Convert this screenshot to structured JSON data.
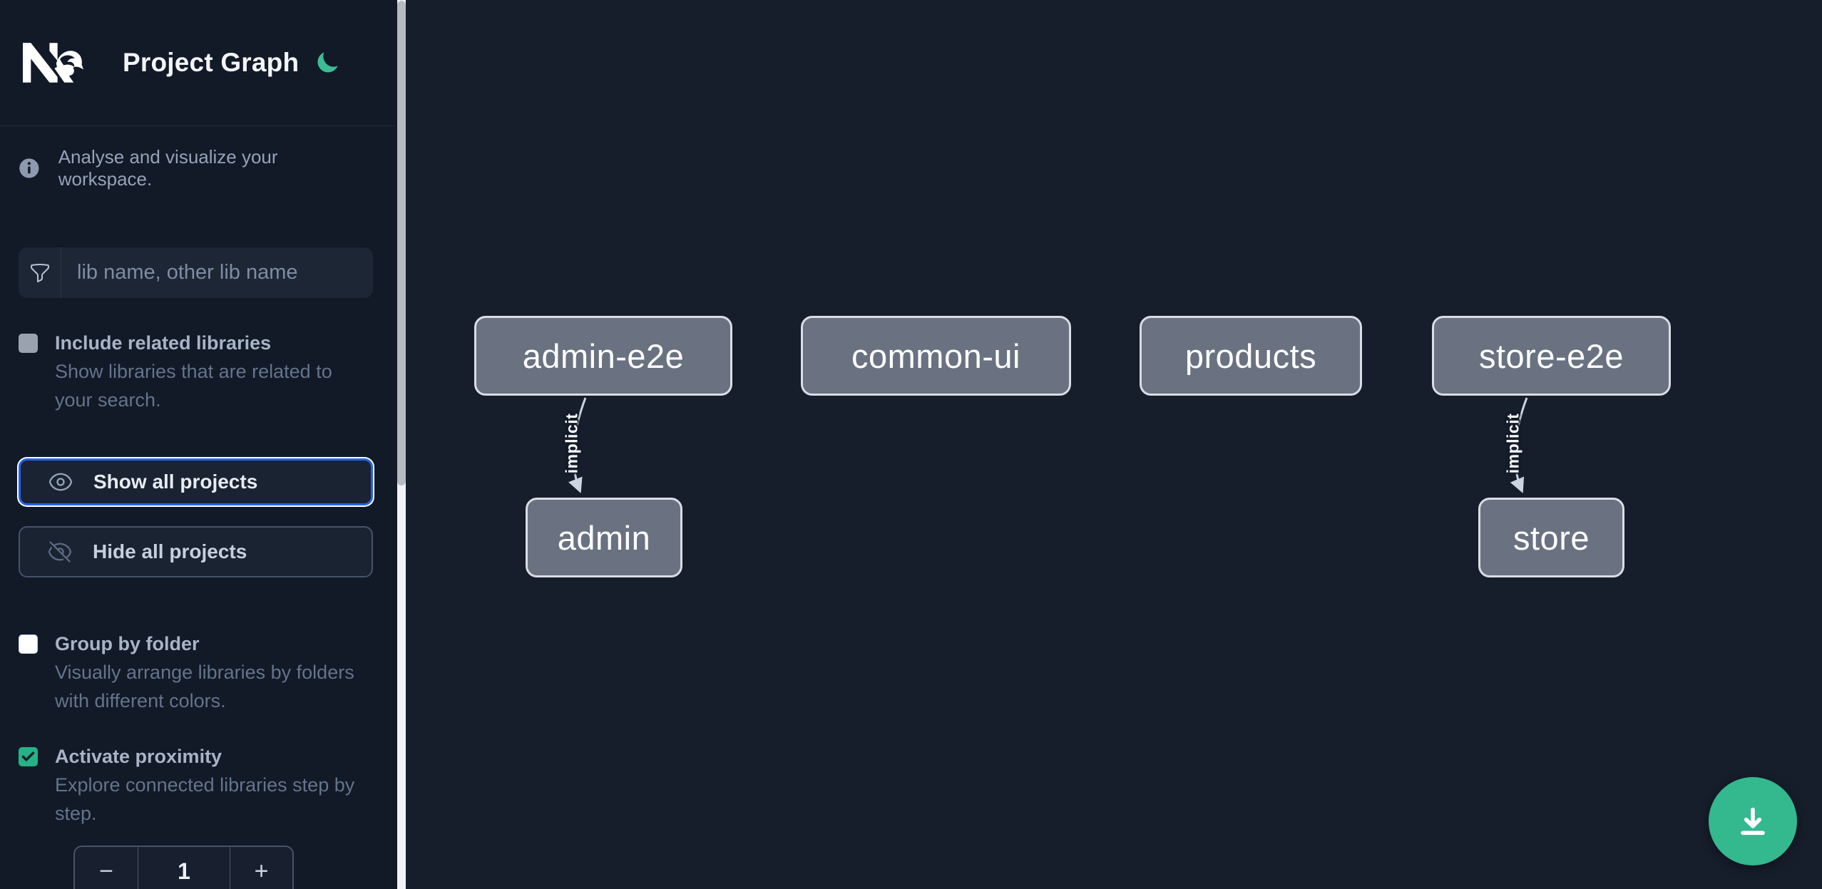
{
  "header": {
    "app_name": "Nx",
    "title": "Project Graph"
  },
  "info": {
    "text": "Analyse and visualize your workspace."
  },
  "search": {
    "placeholder": "lib name, other lib name",
    "value": ""
  },
  "options": {
    "include_related": {
      "label": "Include related libraries",
      "description": "Show libraries that are related to your search.",
      "checked": false,
      "disabled": true
    },
    "group_by_folder": {
      "label": "Group by folder",
      "description": "Visually arrange libraries by folders with different colors.",
      "checked": false
    },
    "activate_proximity": {
      "label": "Activate proximity",
      "description": "Explore connected libraries step by step.",
      "checked": true
    }
  },
  "actions": {
    "show_all": "Show all projects",
    "hide_all": "Hide all projects"
  },
  "proximity_stepper": {
    "decrement": "−",
    "value": "1",
    "increment": "+"
  },
  "graph": {
    "nodes": [
      {
        "id": "admin-e2e",
        "label": "admin-e2e"
      },
      {
        "id": "common-ui",
        "label": "common-ui"
      },
      {
        "id": "products",
        "label": "products"
      },
      {
        "id": "store-e2e",
        "label": "store-e2e"
      },
      {
        "id": "admin",
        "label": "admin"
      },
      {
        "id": "store",
        "label": "store"
      }
    ],
    "edges": [
      {
        "source": "admin-e2e",
        "target": "admin",
        "label": "implicit"
      },
      {
        "source": "store-e2e",
        "target": "store",
        "label": "implicit"
      }
    ]
  },
  "icons": {
    "theme_toggle": "moon-icon",
    "fab": "download-icon",
    "search": "funnel-icon",
    "show": "eye-icon",
    "hide": "eye-off-icon",
    "info": "info-icon"
  },
  "colors": {
    "accent_green": "#34b88d",
    "checkbox_green": "#27b187",
    "focus_blue": "#2563eb",
    "node_fill": "#6a7281",
    "node_border": "#d9dee5",
    "edge": "#cbd5e1",
    "sidebar_bg": "#121927",
    "canvas_bg": "#161d2b"
  }
}
